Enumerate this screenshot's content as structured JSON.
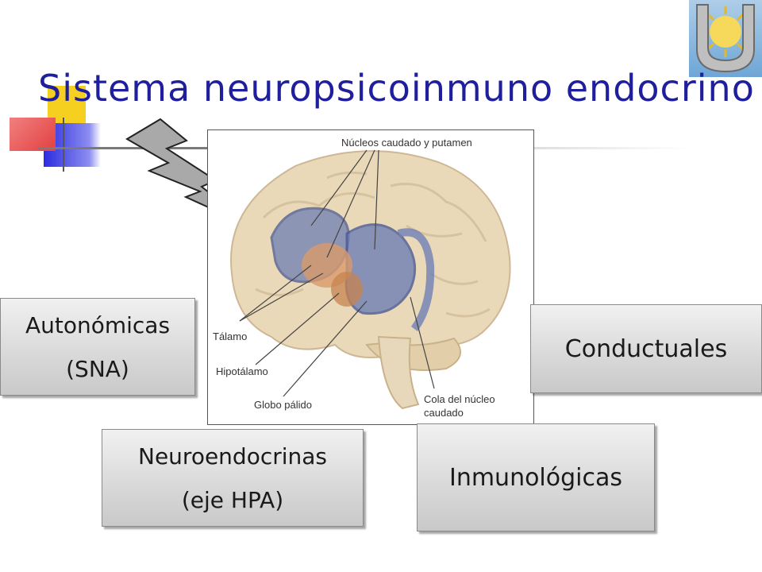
{
  "title": "Sistema neuropsicoinmuno endocrino",
  "boxes": {
    "autonomicas": {
      "line1": "Autonómicas",
      "line2": "(SNA)"
    },
    "conductuales": {
      "line1": "Conductuales"
    },
    "neuroendocrinas": {
      "line1": "Neuroendocrinas",
      "line2": "(eje HPA)"
    },
    "inmunologicas": {
      "line1": "Inmunológicas"
    }
  },
  "brain_labels": {
    "nucleos": "Núcleos caudado y putamen",
    "talamo": "Tálamo",
    "hipotalamo": "Hipotálamo",
    "globo": "Globo pálido",
    "cola_1": "Cola del núcleo",
    "cola_2": "caudado"
  },
  "colors": {
    "title": "#1f1f9e",
    "box_border": "#8a8a8a",
    "brain_fill": "#e9dcc0",
    "basal_ganglia": "#6f7fb5"
  }
}
